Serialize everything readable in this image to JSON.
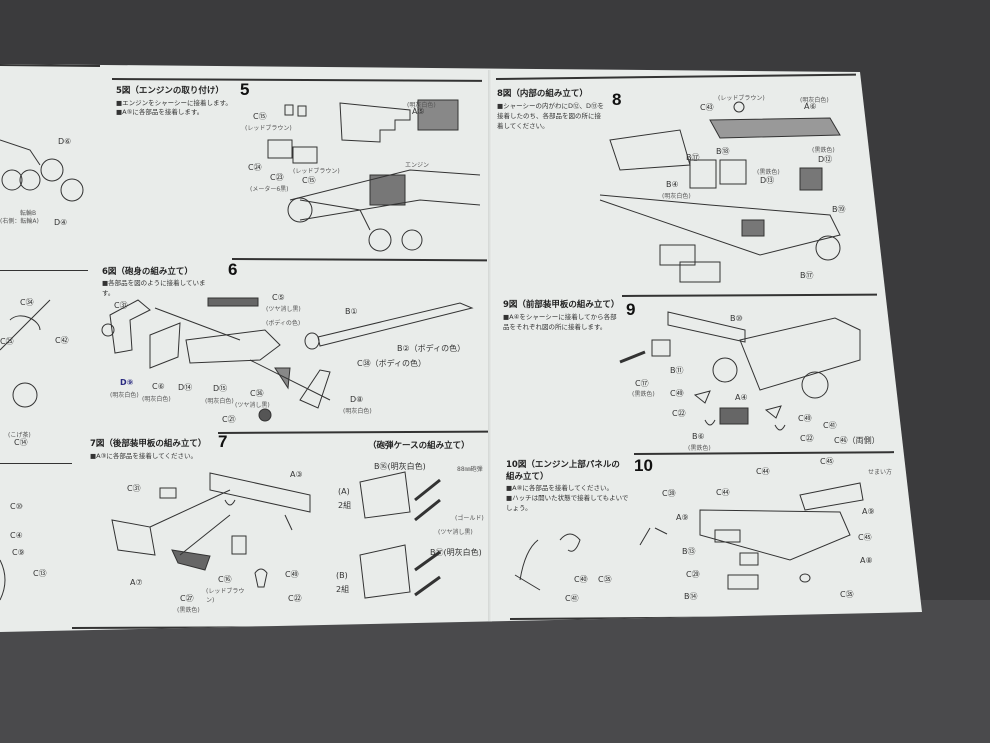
{
  "left_strip": {
    "labels": [
      "D⑥",
      "転輪B",
      "(右側：転輪A)",
      "D④",
      "C㉞",
      "C㉕",
      "C㊷",
      "(こげ茶)",
      "C⑭",
      "C⑩",
      "C④",
      "C⑨",
      "C⑬"
    ]
  },
  "step5": {
    "title": "5図（エンジンの取り付け）",
    "number": "5",
    "instructions": [
      "■エンジンをシャーシーに接着します。",
      "■A⑤に各部品を接着します。"
    ],
    "labels": [
      "C⑮",
      "(レッドブラウン)",
      "(明灰白色)",
      "A⑤",
      "C㉔",
      "C㉓",
      "(メーター6黒)",
      "(レッドブラウン)",
      "C⑮",
      "エンジン"
    ]
  },
  "step6": {
    "title": "6図（砲身の組み立て）",
    "number": "6",
    "instructions": [
      "■各部品を図のように接着しています。"
    ],
    "labels": [
      "C㉛",
      "C⑤",
      "(ツヤ消し黒)",
      "(ボディの色)",
      "B①",
      "B②（ボディの色）",
      "C㊳（ボディの色）",
      "D⑨",
      "(明灰白色)",
      "C⑥",
      "(明灰白色)",
      "D⑭",
      "D⑮",
      "(明灰白色)",
      "C㊱",
      "(ツヤ消し黒)",
      "D⑧",
      "(明灰白色)",
      "C㉑"
    ]
  },
  "step7": {
    "title": "7図（後部装甲板の組み立て）",
    "number": "7",
    "instructions": [
      "■A③に各部品を接着してください。"
    ],
    "labels": [
      "C㉛",
      "A③",
      "A⑦",
      "C⑯",
      "(レッドブラウン)",
      "C㉗",
      "(黒鉄色)",
      "C㊾",
      "C㉒"
    ]
  },
  "shell_case": {
    "title": "（砲弾ケースの組み立て）",
    "labels": [
      "B⑯(明灰白色)",
      "88㎜砲弾",
      "(A)",
      "2組",
      "(ゴールド)",
      "(ツヤ消し黒)",
      "B⑰(明灰白色)",
      "(B)",
      "2組"
    ]
  },
  "step8": {
    "title": "8図（内部の組み立て）",
    "number": "8",
    "instructions": [
      "■シャーシーの内がわにD⑫、D⑬を接着したのち、各部品を図の所に接着してください。"
    ],
    "labels": [
      "(レッドブラウン)",
      "C㊸",
      "(明灰白色)",
      "A⑥",
      "B⑰",
      "B⑱",
      "(黒鉄色)",
      "D⑬",
      "(黒鉄色)",
      "D⑫",
      "B④",
      "(明灰白色)",
      "B⑲",
      "B⑰"
    ]
  },
  "step9": {
    "title": "9図（前部装甲板の組み立て）",
    "number": "9",
    "instructions": [
      "■A④をシャーシーに接着してから各部品をそれぞれ図の所に接着します。"
    ],
    "labels": [
      "B⑩",
      "B⑪",
      "C⑰",
      "(黒鉄色)",
      "C㊾",
      "A④",
      "C㉒",
      "B⑥",
      "(黒鉄色)",
      "C㊾",
      "C㉒",
      "C㊶",
      "C㊻（両側）"
    ]
  },
  "step10": {
    "title": "10図（エンジン上部パネルの組み立て）",
    "number": "10",
    "instructions": [
      "■A⑧に各部品を接着してください。",
      "■ハッチは開いた状態で接着してもよいでしょう。"
    ],
    "labels": [
      "C㊺",
      "せまい方",
      "C㊹",
      "C㊴",
      "C㊹",
      "A⑨",
      "A⑨",
      "C㊺",
      "B⑬",
      "A⑧",
      "C㉙",
      "B⑭",
      "C㉟",
      "C㊵",
      "C㉟",
      "C㊶"
    ]
  }
}
